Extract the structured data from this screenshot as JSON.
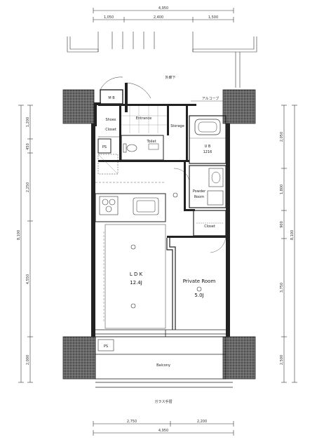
{
  "labels": {
    "corridor": "外廊下",
    "alcove": "アルコーブ",
    "mb": "M B",
    "shoes_closet_1": "Shoes",
    "shoes_closet_2": "Closet",
    "entrance": "Entrance",
    "storage": "Storage",
    "ps": "PS",
    "toilet": "Toilet",
    "ub_1": "U B",
    "ub_2": "1216",
    "powder_room_1": "Powder",
    "powder_room_2": "Room",
    "closet": "Closet",
    "ldk_1": "L D K",
    "ldk_2": "12.4J",
    "private_room_1": "Private Room",
    "private_room_2": "5.0J",
    "balcony": "Balcony",
    "glass_rail": "ガラス手摺",
    "ps_lower": "PS"
  },
  "dimensions": {
    "top_total": "4,950",
    "top_1": "1,050",
    "top_2": "2,400",
    "top_3": "1,500",
    "bottom_1": "2,750",
    "bottom_2": "2,200",
    "bottom_total": "4,950",
    "left_total": "8,100",
    "left_1": "1,200",
    "left_2": "450",
    "left_3": "2,250",
    "left_4": "4,550",
    "left_5": "2,000",
    "right_total": "8,100",
    "right_1": "2,050",
    "right_2": "1,800",
    "right_3": "900",
    "right_4": "3,750",
    "right_5": "2,500"
  },
  "colors": {
    "wall": "#222222",
    "hatch": "#555555",
    "line": "#333333"
  }
}
